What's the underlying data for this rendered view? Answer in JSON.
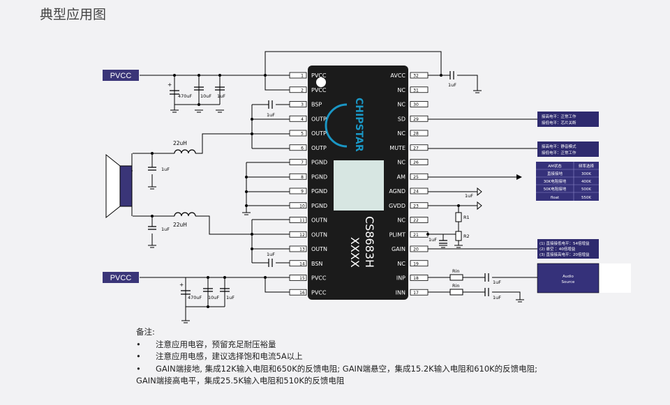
{
  "title": "典型应用图",
  "chip": {
    "brand": "CHIPSTAR",
    "model": "CS8683H",
    "marking": "XXXX",
    "left_pins": [
      {
        "num": "1",
        "name": "PVCC"
      },
      {
        "num": "2",
        "name": "PVCC"
      },
      {
        "num": "3",
        "name": "BSP"
      },
      {
        "num": "4",
        "name": "OUTP"
      },
      {
        "num": "5",
        "name": "OUTP"
      },
      {
        "num": "6",
        "name": "OUTP"
      },
      {
        "num": "7",
        "name": "PGND"
      },
      {
        "num": "8",
        "name": "PGND"
      },
      {
        "num": "9",
        "name": "PGND"
      },
      {
        "num": "10",
        "name": "PGND"
      },
      {
        "num": "11",
        "name": "OUTN"
      },
      {
        "num": "12",
        "name": "OUTN"
      },
      {
        "num": "13",
        "name": "OUTN"
      },
      {
        "num": "14",
        "name": "BSN"
      },
      {
        "num": "15",
        "name": "PVCC"
      },
      {
        "num": "16",
        "name": "PVCC"
      }
    ],
    "right_pins": [
      {
        "num": "32",
        "name": "AVCC"
      },
      {
        "num": "31",
        "name": "NC"
      },
      {
        "num": "30",
        "name": "NC"
      },
      {
        "num": "29",
        "name": "SD"
      },
      {
        "num": "28",
        "name": "NC"
      },
      {
        "num": "27",
        "name": "MUTE"
      },
      {
        "num": "26",
        "name": "NC"
      },
      {
        "num": "25",
        "name": "AM"
      },
      {
        "num": "24",
        "name": "AGND"
      },
      {
        "num": "23",
        "name": "GVDD"
      },
      {
        "num": "22",
        "name": "NC"
      },
      {
        "num": "21",
        "name": "PLIMT"
      },
      {
        "num": "20",
        "name": "GAIN"
      },
      {
        "num": "19",
        "name": "NC"
      },
      {
        "num": "18",
        "name": "INP"
      },
      {
        "num": "17",
        "name": "INN"
      }
    ]
  },
  "labels": {
    "pvcc_top": "PVCC",
    "pvcc_bottom": "PVCC",
    "cap_470_top": "470uF",
    "cap_10_top": "10uF",
    "cap_1_top": "1uF",
    "cap_470_bot": "470uF",
    "cap_10_bot": "10uF",
    "cap_1_bot": "1uF",
    "bsp_cap": "1uF",
    "bsn_cap": "1uF",
    "ind_top": "22uH",
    "ind_bot": "22uH",
    "spk_cap_top": "1uF",
    "spk_cap_bot": "1uF",
    "avcc_cap": "1uF",
    "gvdd_cap": "1uF",
    "plimt_cap": "1uF",
    "r1": "R1",
    "r2": "R2",
    "rin_top": "Rin",
    "rin_bot": "Rin",
    "inp_cap": "1uF",
    "inn_cap": "1uF",
    "plus_top": "+",
    "plus_bot": "+",
    "audio_source_1": "Audio",
    "audio_source_2": "Source"
  },
  "sd_box": [
    "接高电平：正常工作",
    "接低电平：芯片关断"
  ],
  "mute_box": [
    "接高电平：静音模式",
    "接低电平：正常工作"
  ],
  "am_table": {
    "headers": [
      "AM状态",
      "频率选择"
    ],
    "rows": [
      [
        "直接接地",
        "300K"
      ],
      [
        "30K电阻接地",
        "400K"
      ],
      [
        "50K电阻接地",
        "500K"
      ],
      [
        "float",
        "550K"
      ]
    ]
  },
  "gain_box": [
    "(1) 直接接低电平：54倍增益",
    "(2) 悬空          ：40倍增益",
    "(3) 直接接高电平：20倍增益"
  ],
  "notes": {
    "heading": "备注:",
    "bullet": "•",
    "items": [
      "注意应用电容，预留充足耐压裕量",
      "注意应用电感，建议选择饱和电流5A以上",
      "GAIN端接地, 集成12K输入电阻和650K的反馈电阻; GAIN端悬空，集成15.2K输入电阻和610K的反馈电阻;"
    ],
    "continuation": "GAIN端接高电平，集成25.5K输入电阻和510K的反馈电阻"
  },
  "colors": {
    "chip": "#1b1b1b",
    "label_box": "#2e2a6e",
    "table_bg": "#35317a",
    "speaker": "#3a3578",
    "pin_fill": "#ffffff"
  }
}
